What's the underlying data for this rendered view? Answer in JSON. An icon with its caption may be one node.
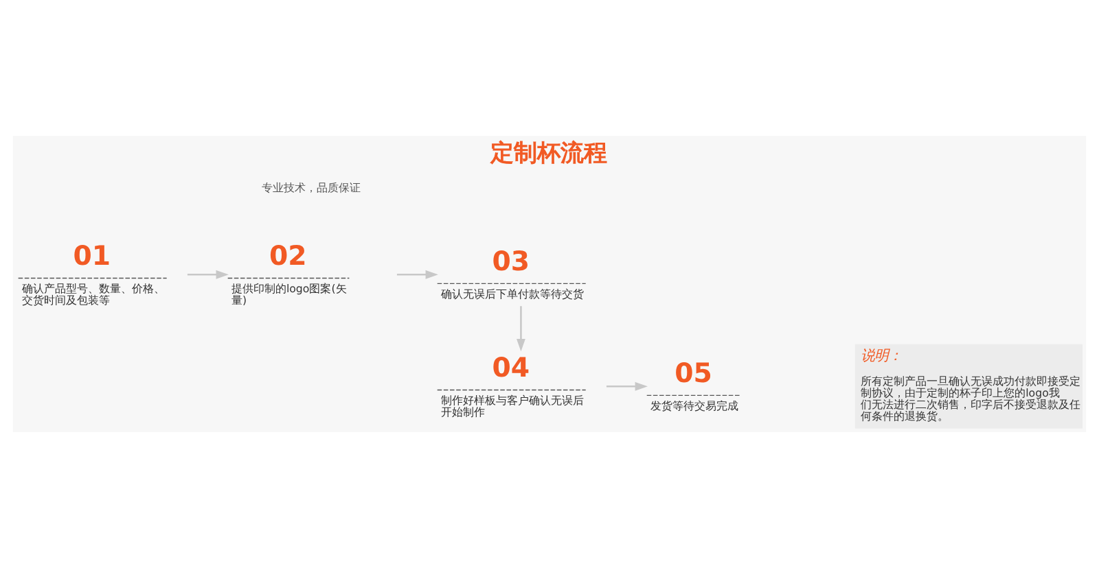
{
  "diagram": {
    "title": "定制杯流程",
    "nodes": [
      {
        "text": [
          "01",
          "确认产品型号、数量、价格、交货时间及包装等"
        ]
      },
      {
        "text": [
          "02",
          "提供印制的logo图案(矢量)"
        ]
      },
      {
        "text": [
          "03",
          "确认无误后下单付款等待交货"
        ]
      },
      {
        "text": [
          "04",
          "制作好样板与客户确认无误后开始制作"
        ]
      },
      {
        "text": [
          "05",
          "发货等待交易完成"
        ]
      },
      {
        "text": [
          "说明：",
          "所有定制产品一旦确认无误成功付款即接受定制协议，由于定制的杯子印上您的logo我们无法进行二次销售，印字后不接受退款及任何条件的退换货。"
        ]
      }
    ],
    "edges": [
      {
        "from": 0,
        "to": 1,
        "arrow": "to"
      },
      {
        "from": 1,
        "to": 2,
        "arrow": "to"
      },
      {
        "from": 2,
        "to": 3,
        "arrow": "to"
      },
      {
        "from": 3,
        "to": 4,
        "arrow": "to"
      }
    ],
    "labels": [
      "专业技术，品质保证"
    ]
  }
}
